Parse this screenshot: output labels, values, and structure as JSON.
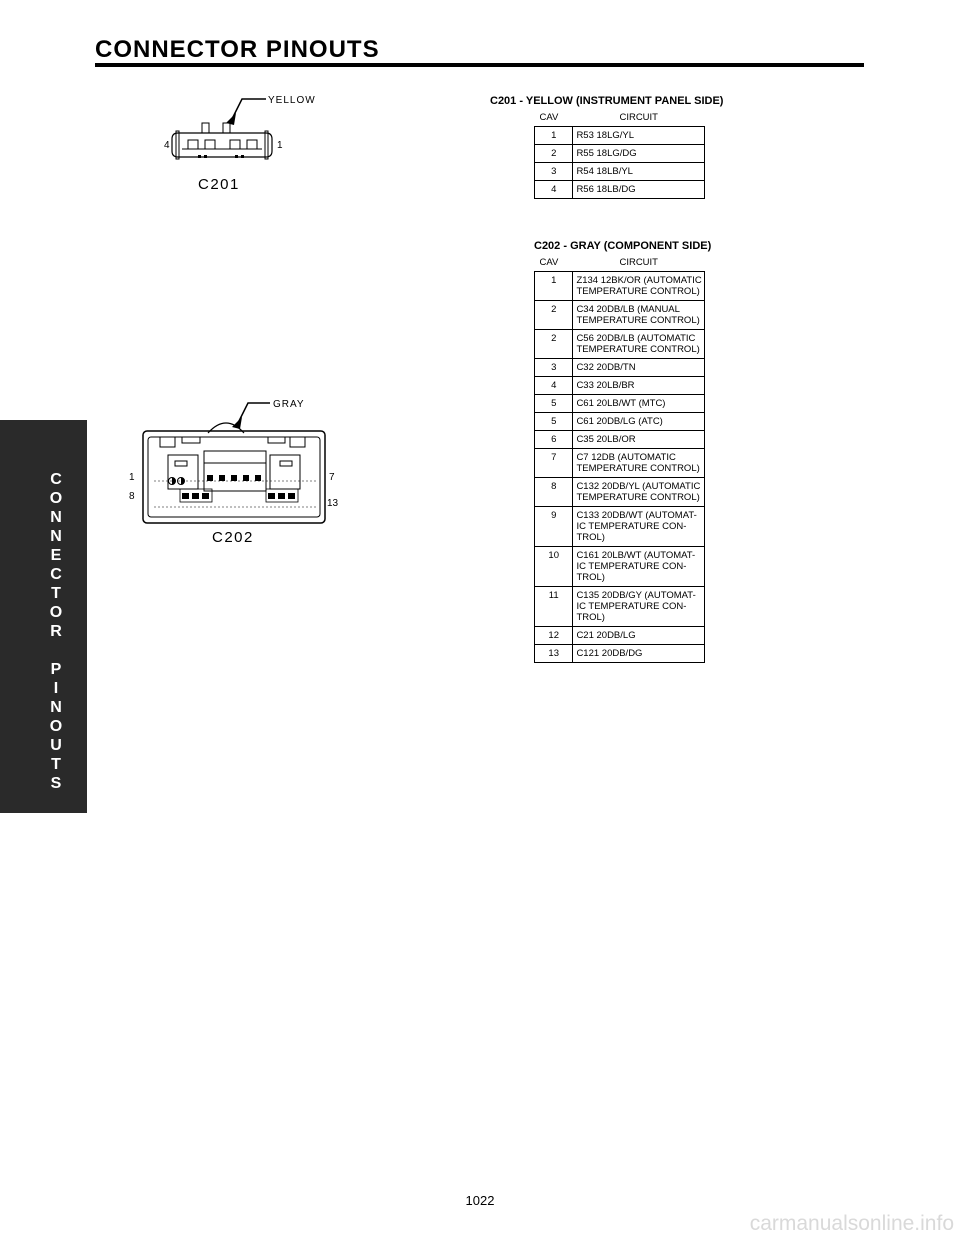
{
  "header": {
    "title": "CONNECTOR PINOUTS"
  },
  "side_tab": {
    "text": "C\nO\nN\nN\nE\nC\nT\nO\nR\n\nP\nI\nN\nO\nU\nT\nS"
  },
  "c201": {
    "diagram": {
      "color_label": "YELLOW",
      "pin_left": "4",
      "pin_right": "1",
      "name": "C201"
    },
    "table": {
      "title": "C201 - YELLOW (INSTRUMENT PANEL SIDE)",
      "col_cav": "CAV",
      "col_circuit": "CIRCUIT",
      "rows": [
        {
          "cav": "1",
          "circuit": "R53 18LG/YL"
        },
        {
          "cav": "2",
          "circuit": "R55 18LG/DG"
        },
        {
          "cav": "3",
          "circuit": "R54 18LB/YL"
        },
        {
          "cav": "4",
          "circuit": "R56 18LB/DG"
        }
      ]
    }
  },
  "c202": {
    "diagram": {
      "color_label": "GRAY",
      "pin_1": "1",
      "pin_8": "8",
      "pin_7": "7",
      "pin_13": "13",
      "name": "C202"
    },
    "table": {
      "title": "C202 - GRAY (COMPONENT SIDE)",
      "col_cav": "CAV",
      "col_circuit": "CIRCUIT",
      "rows": [
        {
          "cav": "1",
          "circuit": "Z134 12BK/OR (AUTOMATIC\nTEMPERATURE CONTROL)"
        },
        {
          "cav": "2",
          "circuit": "C34 20DB/LB (MANUAL\nTEMPERATURE CONTROL)"
        },
        {
          "cav": "2",
          "circuit": "C56 20DB/LB (AUTOMATIC\nTEMPERATURE CONTROL)"
        },
        {
          "cav": "3",
          "circuit": "C32 20DB/TN"
        },
        {
          "cav": "4",
          "circuit": "C33 20LB/BR"
        },
        {
          "cav": "5",
          "circuit": "C61 20LB/WT (MTC)"
        },
        {
          "cav": "5",
          "circuit": "C61 20DB/LG (ATC)"
        },
        {
          "cav": "6",
          "circuit": "C35 20LB/OR"
        },
        {
          "cav": "7",
          "circuit": "C7 12DB (AUTOMATIC\nTEMPERATURE CONTROL)"
        },
        {
          "cav": "8",
          "circuit": "C132 20DB/YL (AUTOMATIC\nTEMPERATURE CONTROL)"
        },
        {
          "cav": "9",
          "circuit": "C133 20DB/WT (AUTOMAT-\nIC TEMPERATURE CON-\nTROL)"
        },
        {
          "cav": "10",
          "circuit": "C161 20LB/WT (AUTOMAT-\nIC TEMPERATURE CON-\nTROL)"
        },
        {
          "cav": "11",
          "circuit": "C135 20DB/GY (AUTOMAT-\nIC TEMPERATURE CON-\nTROL)"
        },
        {
          "cav": "12",
          "circuit": "C21 20DB/LG"
        },
        {
          "cav": "13",
          "circuit": "C121 20DB/DG"
        }
      ]
    }
  },
  "footer": {
    "page_number": "1022",
    "watermark": "carmanualsonline.info"
  }
}
